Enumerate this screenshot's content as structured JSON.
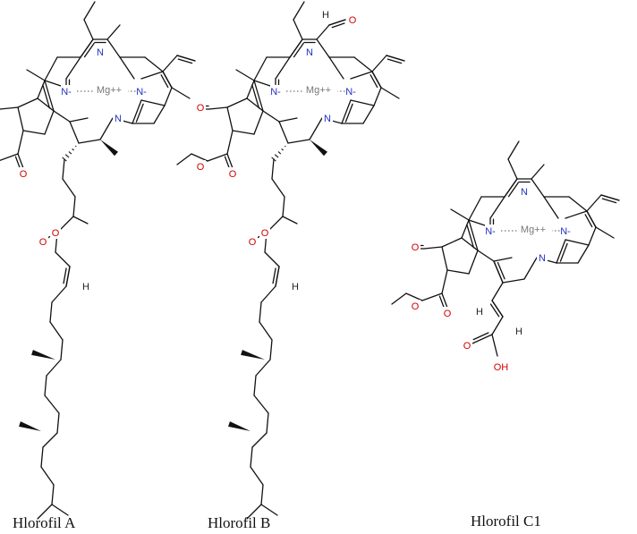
{
  "molecules": [
    {
      "caption": "Hlorofil A",
      "metal": "Mg++",
      "labels": {
        "N": "N",
        "N_minus": "N-",
        "O": "O",
        "H": "H"
      }
    },
    {
      "caption": "Hlorofil B",
      "metal": "Mg++",
      "labels": {
        "N": "N",
        "N_minus": "N-",
        "O": "O",
        "H": "H"
      }
    },
    {
      "caption": "Hlorofil C1",
      "metal": "Mg++",
      "labels": {
        "N": "N",
        "N_minus": "N-",
        "O": "O",
        "H": "H",
        "OH": "OH"
      }
    }
  ],
  "colors": {
    "nitrogen": "#1f2fc7",
    "oxygen": "#d40000",
    "metal": "#777777",
    "bond": "#111111"
  }
}
